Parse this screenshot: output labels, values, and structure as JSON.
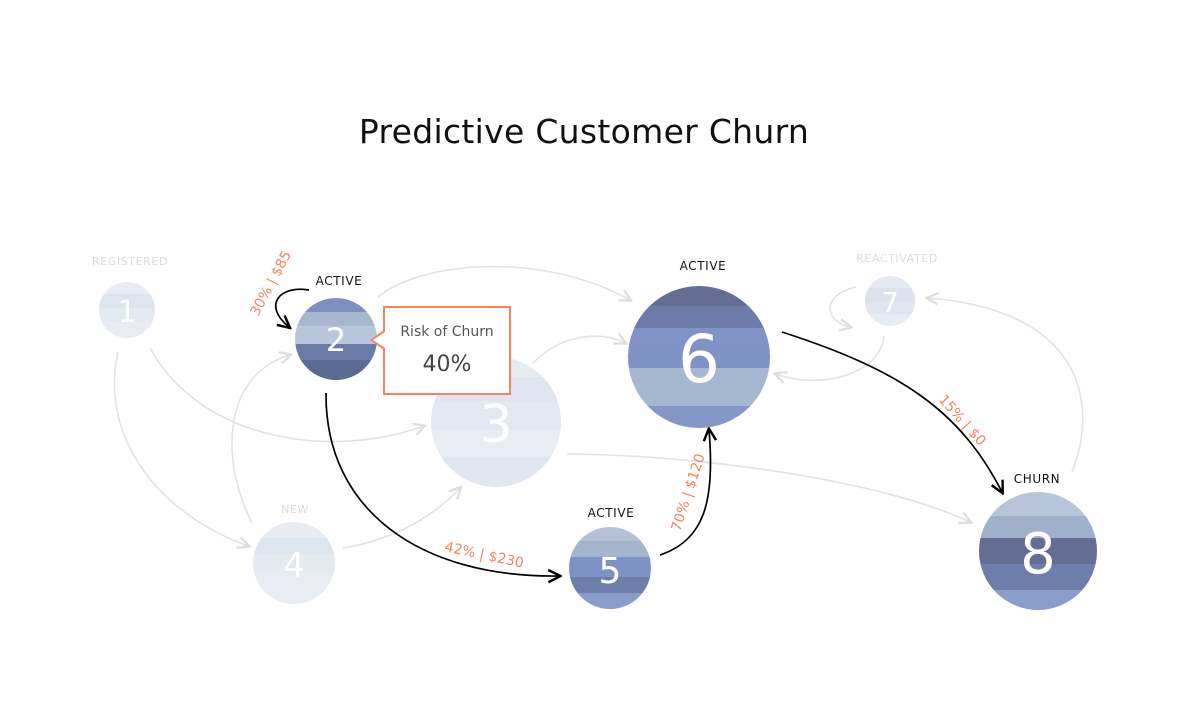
{
  "title": "Predictive Customer Churn",
  "colors": {
    "accent": "#f4845f",
    "node_bands_active": [
      "#7787b4",
      "#a3b4cc",
      "#8a9bc6",
      "#6a7aa8",
      "#b4c3d9"
    ],
    "faded_node": "#e6eaf1",
    "faded_edge": "#e4e4e4",
    "active_edge": "#000000"
  },
  "nodes": [
    {
      "id": "1",
      "number": "1",
      "label": "REGISTERED",
      "state": "faded"
    },
    {
      "id": "2",
      "number": "2",
      "label": "ACTIVE",
      "state": "active"
    },
    {
      "id": "3",
      "number": "3",
      "label": "",
      "state": "faded"
    },
    {
      "id": "4",
      "number": "4",
      "label": "NEW",
      "state": "faded"
    },
    {
      "id": "5",
      "number": "5",
      "label": "ACTIVE",
      "state": "active"
    },
    {
      "id": "6",
      "number": "6",
      "label": "ACTIVE",
      "state": "active"
    },
    {
      "id": "7",
      "number": "7",
      "label": "REACTIVATED",
      "state": "faded"
    },
    {
      "id": "8",
      "number": "8",
      "label": "CHURN",
      "state": "active"
    }
  ],
  "edges": [
    {
      "from": "2",
      "to": "2",
      "label": "30% | $85",
      "state": "active"
    },
    {
      "from": "2",
      "to": "5",
      "label": "42% | $230",
      "state": "active"
    },
    {
      "from": "5",
      "to": "6",
      "label": "70% | $120",
      "state": "active"
    },
    {
      "from": "6",
      "to": "8",
      "label": "15% | $0",
      "state": "active"
    },
    {
      "from": "1",
      "to": "3",
      "label": "",
      "state": "faded"
    },
    {
      "from": "1",
      "to": "4",
      "label": "",
      "state": "faded"
    },
    {
      "from": "4",
      "to": "2",
      "label": "",
      "state": "faded"
    },
    {
      "from": "4",
      "to": "3",
      "label": "",
      "state": "faded"
    },
    {
      "from": "2",
      "to": "6",
      "label": "",
      "state": "faded"
    },
    {
      "from": "3",
      "to": "6",
      "label": "",
      "state": "faded"
    },
    {
      "from": "3",
      "to": "8",
      "label": "",
      "state": "faded"
    },
    {
      "from": "7",
      "to": "7",
      "label": "",
      "state": "faded"
    },
    {
      "from": "7",
      "to": "6",
      "label": "",
      "state": "faded"
    },
    {
      "from": "8",
      "to": "7",
      "label": "",
      "state": "faded"
    }
  ],
  "tooltip": {
    "label": "Risk of Churn",
    "value": "40%"
  }
}
